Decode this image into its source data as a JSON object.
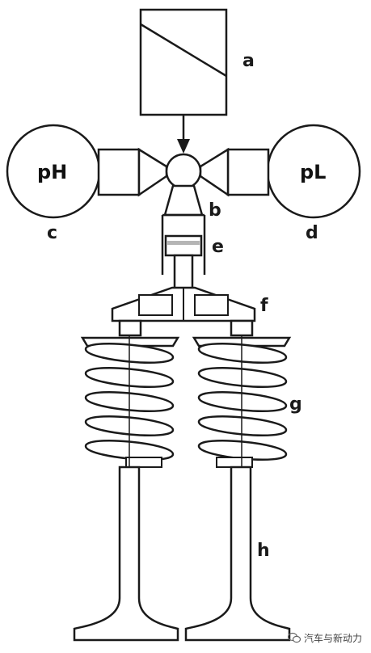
{
  "labels": {
    "a": "a",
    "b": "b",
    "c": "c",
    "d": "d",
    "e": "e",
    "f": "f",
    "g": "g",
    "h": "h"
  },
  "chambers": {
    "high": "pH",
    "low": "pL"
  },
  "watermark": {
    "text": "汽车与新动力"
  },
  "colors": {
    "stroke": "#1a1a1a",
    "fill": "#ffffff"
  }
}
